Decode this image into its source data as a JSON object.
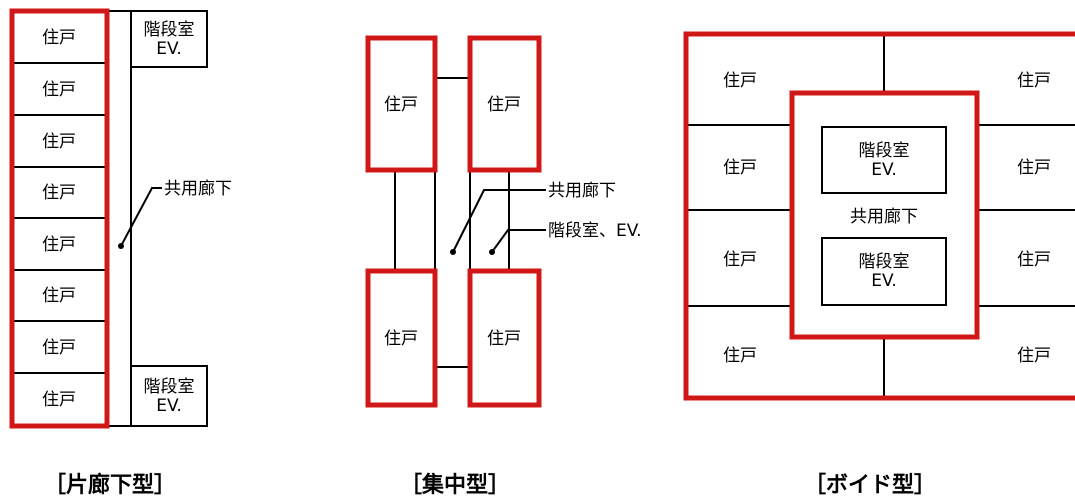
{
  "colors": {
    "outline_red": "#d01818",
    "line": "#000000",
    "background": "#ffffff"
  },
  "labels": {
    "unit": "住戸",
    "stair_line1": "階段室",
    "stair_line2": "EV.",
    "corridor": "共用廊下",
    "stair_ev": "階段室、EV."
  },
  "captions": {
    "single_loaded": "［片廊下型］",
    "central": "［集中型］",
    "void": "［ボイド型］"
  }
}
